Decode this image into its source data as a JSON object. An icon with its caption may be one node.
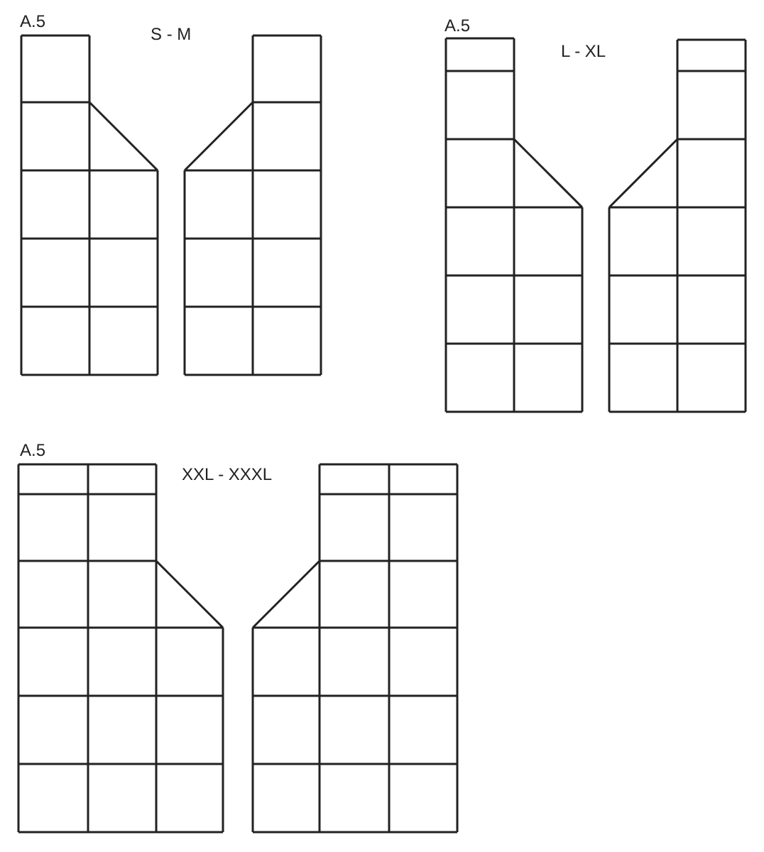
{
  "diagram": {
    "labels": [
      "A.5",
      "S - M",
      "A.5",
      "L - XL",
      "A.5",
      "XXL - XXXL"
    ]
  }
}
